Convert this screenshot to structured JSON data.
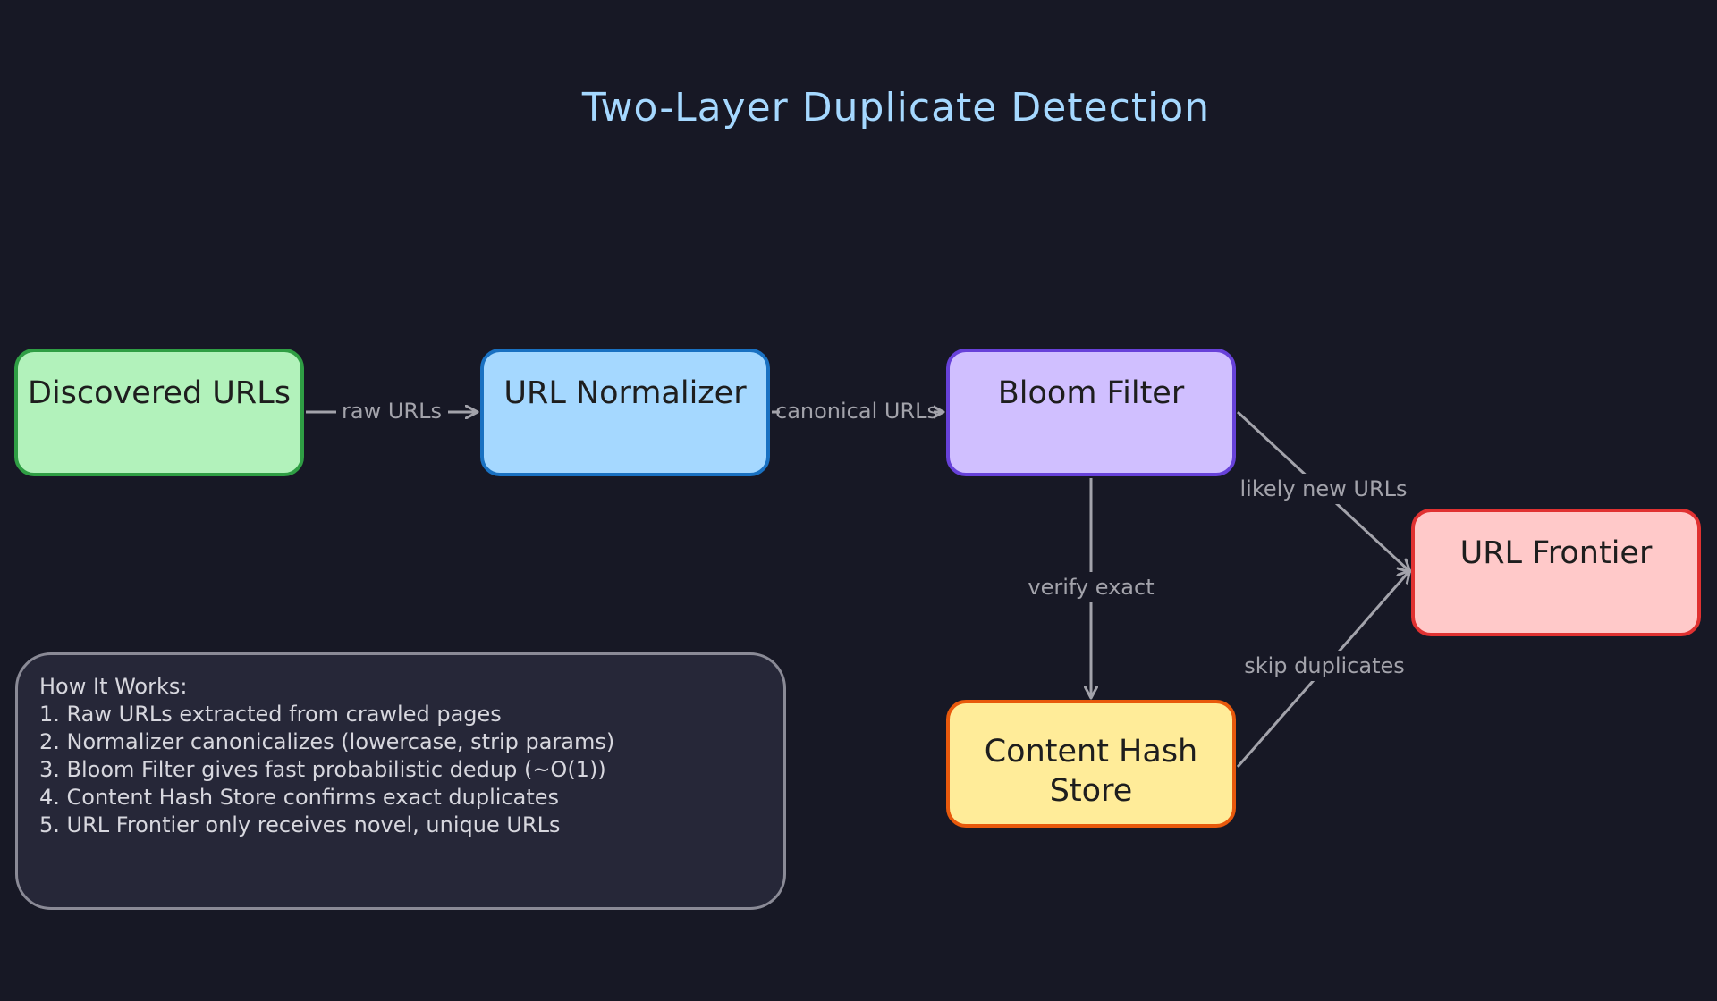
{
  "title": "Two-Layer Duplicate Detection",
  "nodes": {
    "discovered": "Discovered URLs",
    "normalizer": "URL Normalizer",
    "bloom": "Bloom Filter",
    "frontier": "URL Frontier",
    "hash_store": "Content Hash Store"
  },
  "edges": {
    "raw": "raw URLs",
    "canonical": "canonical URLs",
    "likely_new": "likely new URLs",
    "verify": "verify exact",
    "skip": "skip duplicates"
  },
  "notes": {
    "heading": "How It Works:",
    "lines": [
      "1. Raw URLs extracted from crawled pages",
      "2. Normalizer canonicalizes (lowercase, strip params)",
      "3. Bloom Filter gives fast probabilistic dedup (~O(1))",
      "4. Content Hash Store confirms exact duplicates",
      "5. URL Frontier only receives novel, unique URLs"
    ]
  },
  "colors": {
    "background": "#171825",
    "title": "#a5d8ff",
    "edge": "#a3a3ab",
    "discovered_fill": "#b2f2bb",
    "normalizer_fill": "#a5d8ff",
    "bloom_fill": "#d0bfff",
    "frontier_fill": "#ffc9c9",
    "hash_fill": "#ffec99"
  }
}
